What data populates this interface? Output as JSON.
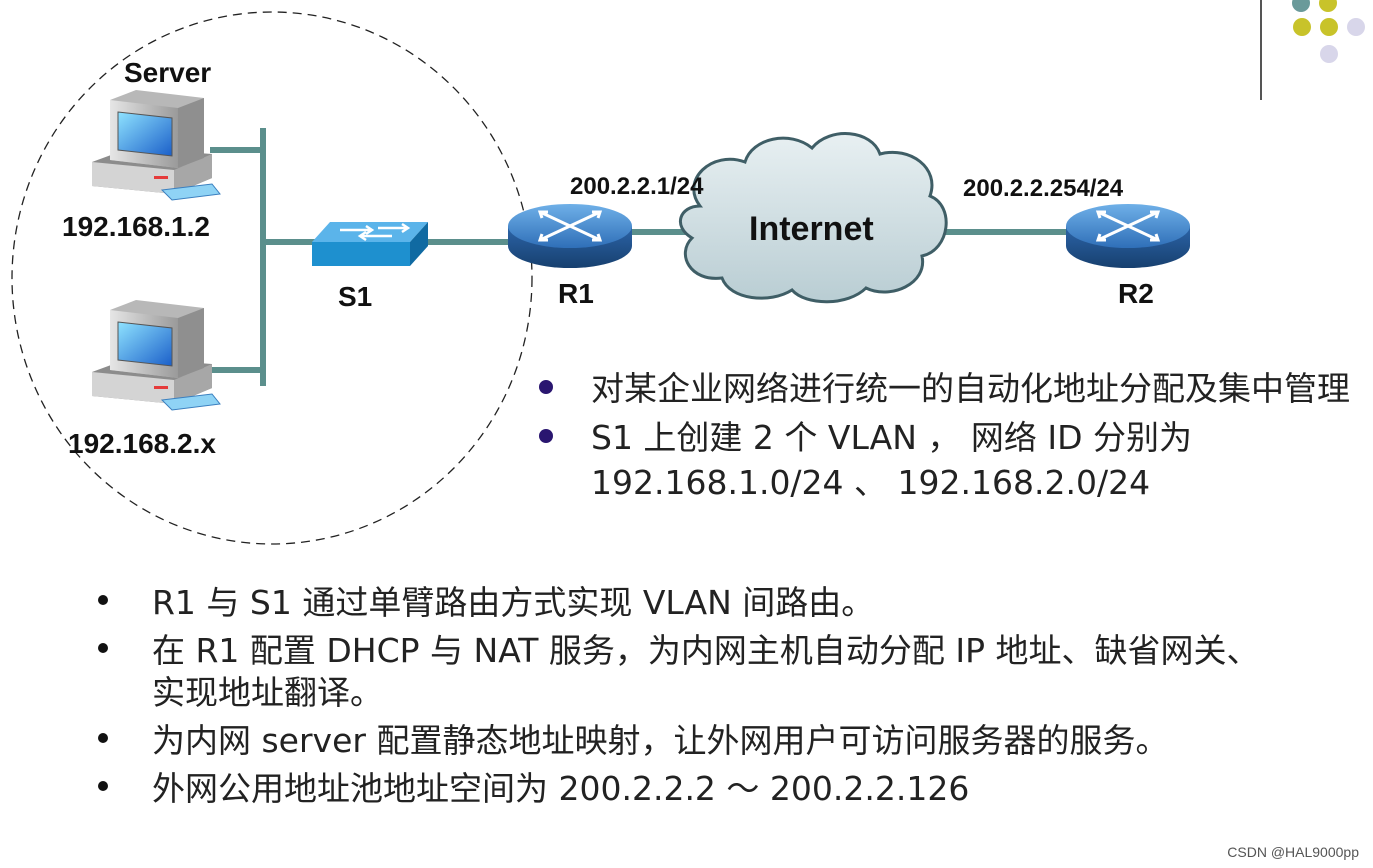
{
  "diagram": {
    "server_label": "Server",
    "host1_ip": "192.168.1.2",
    "host2_ip": "192.168.2.x",
    "switch_label": "S1",
    "r1_label": "R1",
    "r1_ip": "200.2.2.1/24",
    "cloud_label": "Internet",
    "r2_ip": "200.2.2.254/24",
    "r2_label": "R2"
  },
  "notes": [
    "对某企业网络进行统一的自动化地址分配及集中管理",
    "S1 上创建 2 个 VLAN ， 网络 ID 分别为 192.168.1.0/24 、  192.168.2.0/24"
  ],
  "requirements": [
    "R1 与 S1 通过单臂路由方式实现 VLAN 间路由。",
    "在 R1 配置 DHCP 与 NAT 服务，为内网主机自动分配 IP 地址、缺省网关、实现地址翻译。",
    "为内网 server 配置静态地址映射，让外网用户可访问服务器的服务。",
    "外网公用地址池地址空间为 200.2.2.2 ～ 200.2.2.126"
  ],
  "watermark": "CSDN @HAL9000pp",
  "colors": {
    "link": "#5b8f8c",
    "switch": "#1e90cf",
    "router": "#3b7fc4",
    "cloud": "#d3e1e5",
    "dot_teal": "#6a9a9a",
    "dot_olive": "#c8c32a",
    "dot_lavender": "#d8d6ea"
  }
}
